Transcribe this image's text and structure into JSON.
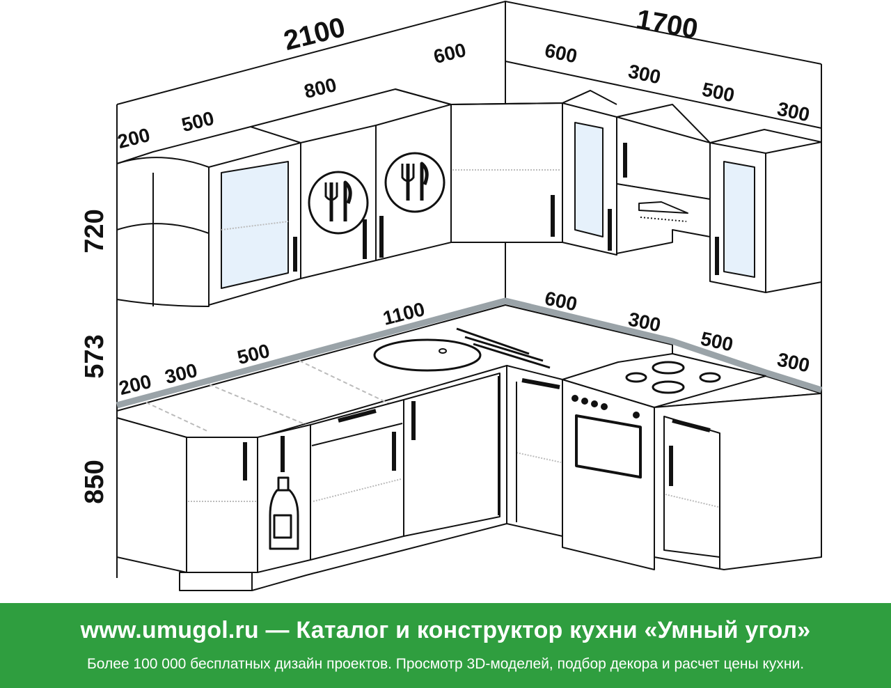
{
  "dimensions": {
    "wall_left_total": "2100",
    "wall_right_total": "1700",
    "upper": {
      "left_200": "200",
      "left_500": "500",
      "left_800": "800",
      "left_600": "600",
      "right_600": "600",
      "right_300": "300",
      "right_500": "500",
      "right_300_end": "300"
    },
    "heights": {
      "upper": "720",
      "gap": "573",
      "base": "850"
    },
    "lower": {
      "left_200": "200",
      "left_300": "300",
      "left_500": "500",
      "left_1100": "1100",
      "right_600": "600",
      "right_300": "300",
      "right_500": "500",
      "right_300_end": "300"
    }
  },
  "banner": {
    "title": "www.umugol.ru — Каталог и конструктор кухни «Умный угол»",
    "subtitle": "Более 100 000 бесплатных дизайн проектов. Просмотр 3D-моделей, подбор декора и расчет цены кухни."
  },
  "colors": {
    "banner_bg": "#2f9e3f",
    "banner_text": "#ffffff",
    "countertop_edge": "#9aa3a8",
    "glass": "#e6f1fb"
  },
  "icons": [
    "cutlery-plate-icon",
    "bottle-icon",
    "sink-icon",
    "hob-burner-icon",
    "range-hood-icon"
  ]
}
